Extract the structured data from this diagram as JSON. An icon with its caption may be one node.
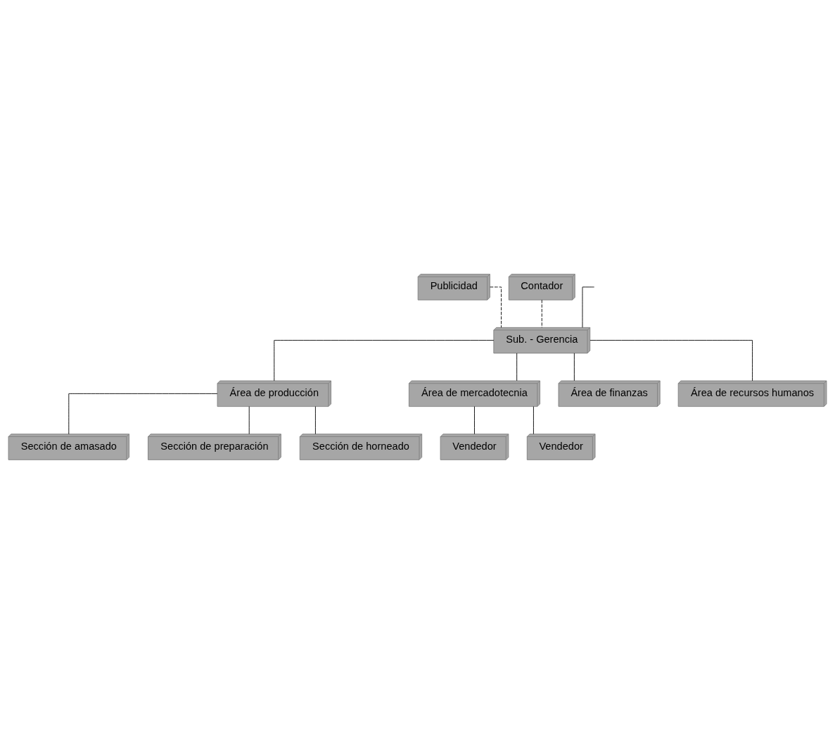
{
  "diagram": {
    "nodes": [
      {
        "text": [
          "Publicidad"
        ]
      },
      {
        "text": [
          "Contador"
        ]
      },
      {
        "text": [
          "Sub. - Gerencia"
        ]
      },
      {
        "text": [
          "Área de producción"
        ]
      },
      {
        "text": [
          "Área de mercadotecnia"
        ]
      },
      {
        "text": [
          "Área de finanzas"
        ]
      },
      {
        "text": [
          "Área de recursos humanos"
        ]
      },
      {
        "text": [
          "Sección de amasado"
        ]
      },
      {
        "text": [
          "Sección de preparación"
        ]
      },
      {
        "text": [
          "Sección de horneado"
        ]
      },
      {
        "text": [
          "Vendedor"
        ]
      },
      {
        "text": [
          "Vendedor"
        ]
      }
    ],
    "edges": [
      {
        "from": null,
        "to": 2,
        "arrow": "none"
      },
      {
        "from": 0,
        "to": 2,
        "arrow": "none",
        "style": "dashed"
      },
      {
        "from": 1,
        "to": 2,
        "arrow": "none",
        "style": "dashed"
      },
      {
        "from": 2,
        "to": 3,
        "arrow": "none"
      },
      {
        "from": 2,
        "to": 4,
        "arrow": "none"
      },
      {
        "from": 2,
        "to": 5,
        "arrow": "none"
      },
      {
        "from": 2,
        "to": 6,
        "arrow": "none"
      },
      {
        "from": 3,
        "to": 7,
        "arrow": "none"
      },
      {
        "from": 3,
        "to": 8,
        "arrow": "none"
      },
      {
        "from": 3,
        "to": 9,
        "arrow": "none"
      },
      {
        "from": 4,
        "to": 10,
        "arrow": "none"
      },
      {
        "from": 4,
        "to": 11,
        "arrow": "none"
      }
    ]
  }
}
